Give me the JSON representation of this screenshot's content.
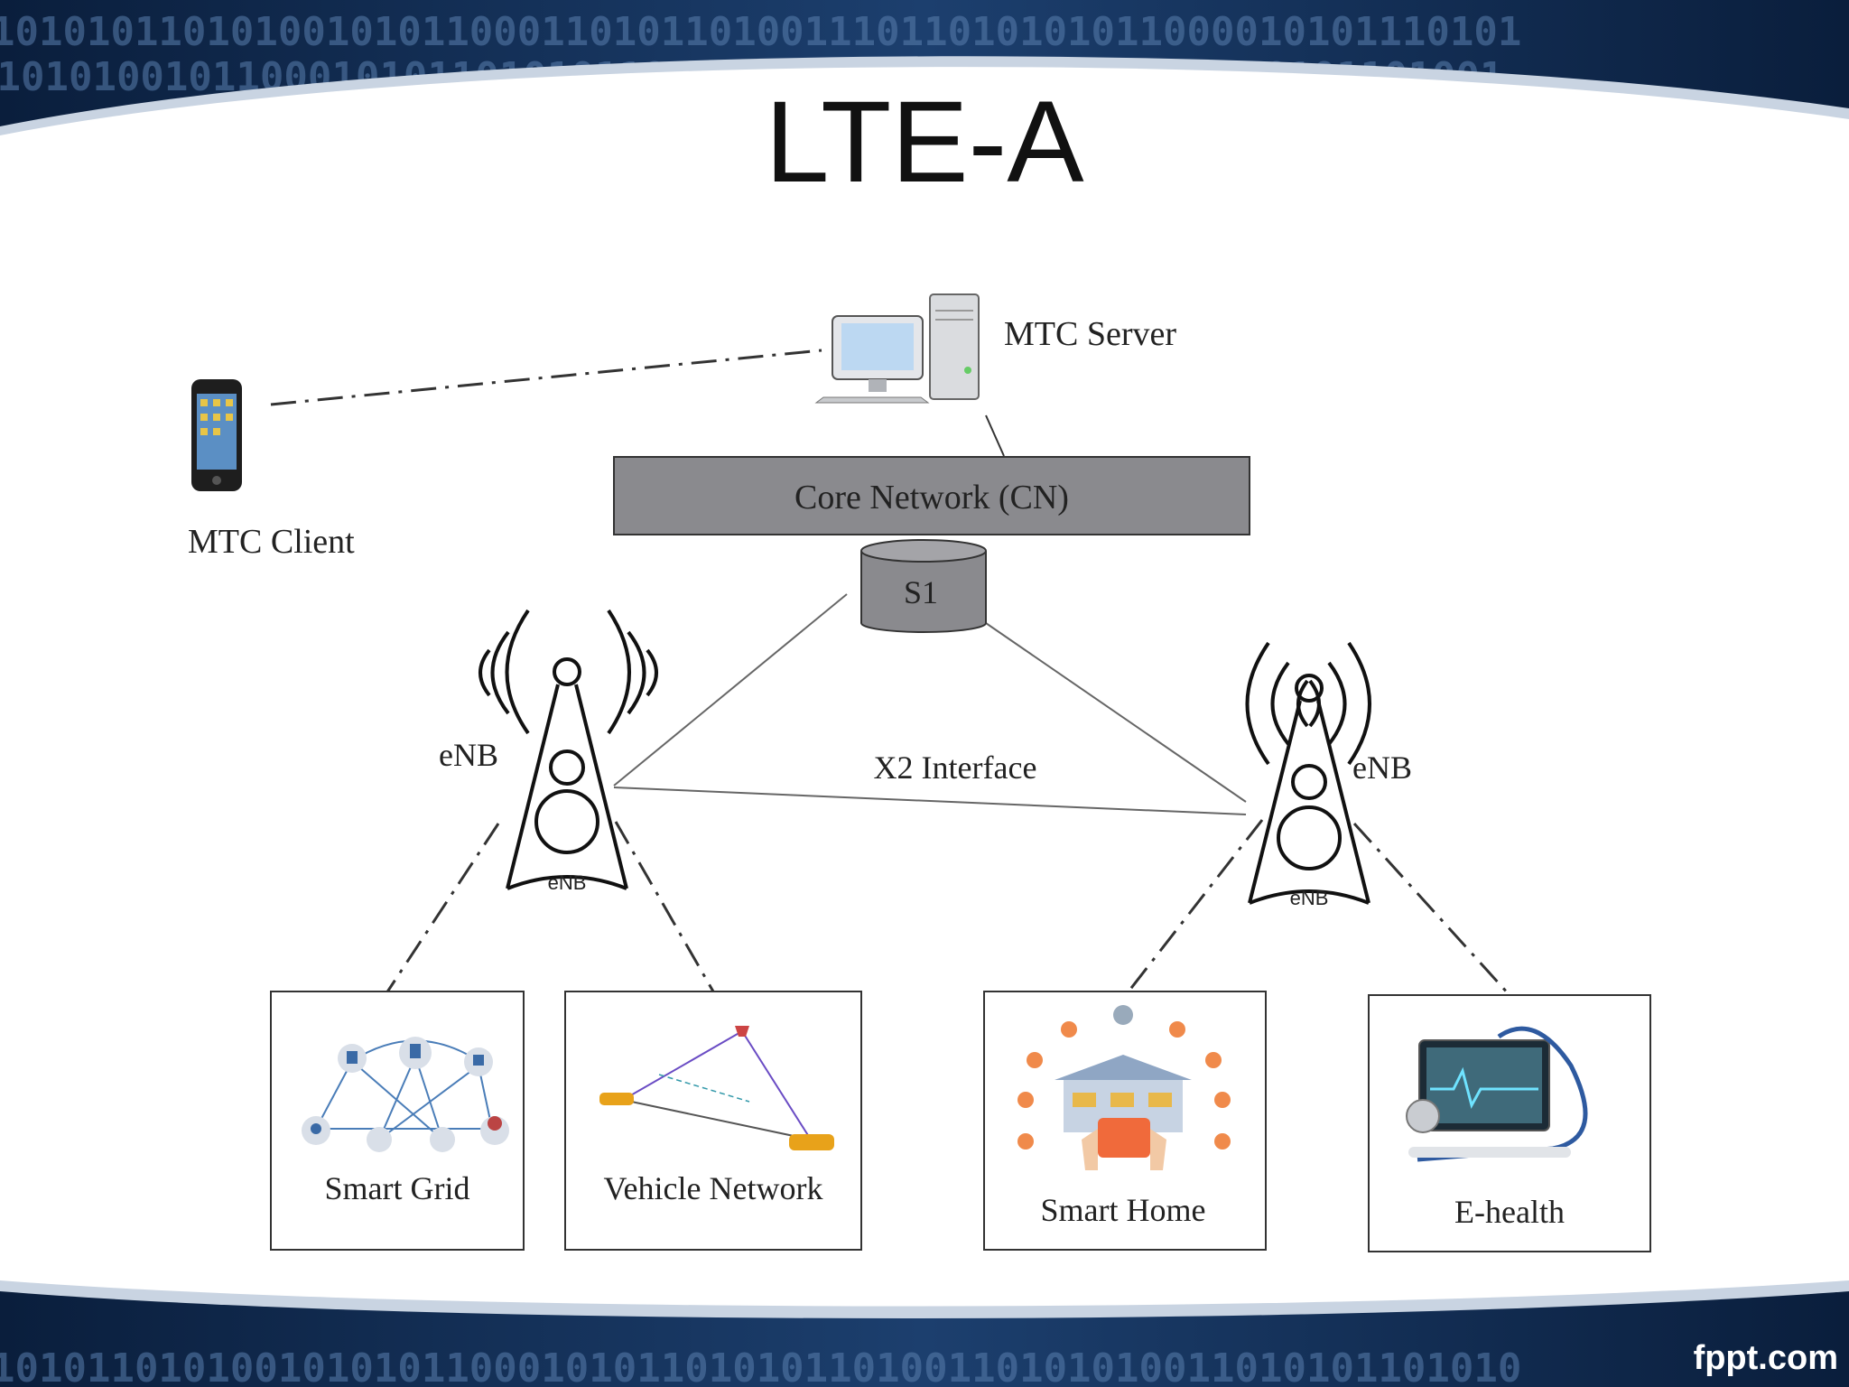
{
  "slide": {
    "title": "LTE-A",
    "footer_brand": "fppt.com"
  },
  "diagram": {
    "mtc_server_label": "MTC Server",
    "mtc_client_label": "MTC Client",
    "core_network_label": "Core Network (CN)",
    "s1_label": "S1",
    "x2_label": "X2 Interface",
    "enb_left_label": "eNB",
    "enb_right_label": "eNB",
    "tower_badge_left": "eNB",
    "tower_badge_right": "eNB",
    "applications": [
      {
        "label": "Smart Grid"
      },
      {
        "label": "Vehicle Network"
      },
      {
        "label": "Smart Home"
      },
      {
        "label": "E-health"
      }
    ]
  },
  "colors": {
    "background_dark": "#0b2447",
    "core_network_fill": "#8a8a8e",
    "line": "#333333"
  }
}
